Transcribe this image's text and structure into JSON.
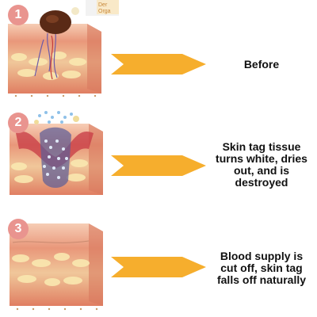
{
  "steps": [
    {
      "number": "1",
      "caption": "Before"
    },
    {
      "number": "2",
      "caption": "Skin tag tissue turns white, dries out, and is destroyed"
    },
    {
      "number": "3",
      "caption": "Blood supply is cut off, skin tag falls off naturally"
    }
  ],
  "bottle": {
    "label_line1": "Der",
    "label_line2": "Orga"
  },
  "colors": {
    "badge": "#e9948f",
    "arrow": "#f6ae2d",
    "skin_top": "#f3c6ad",
    "skin_layer": "#e88f6f",
    "fat": "#f7e7a8",
    "tag": "#5a2a16"
  },
  "icons": [
    "number-badge",
    "orange-arrow",
    "skin-cross-section",
    "serum-bottle",
    "skin-tag"
  ]
}
